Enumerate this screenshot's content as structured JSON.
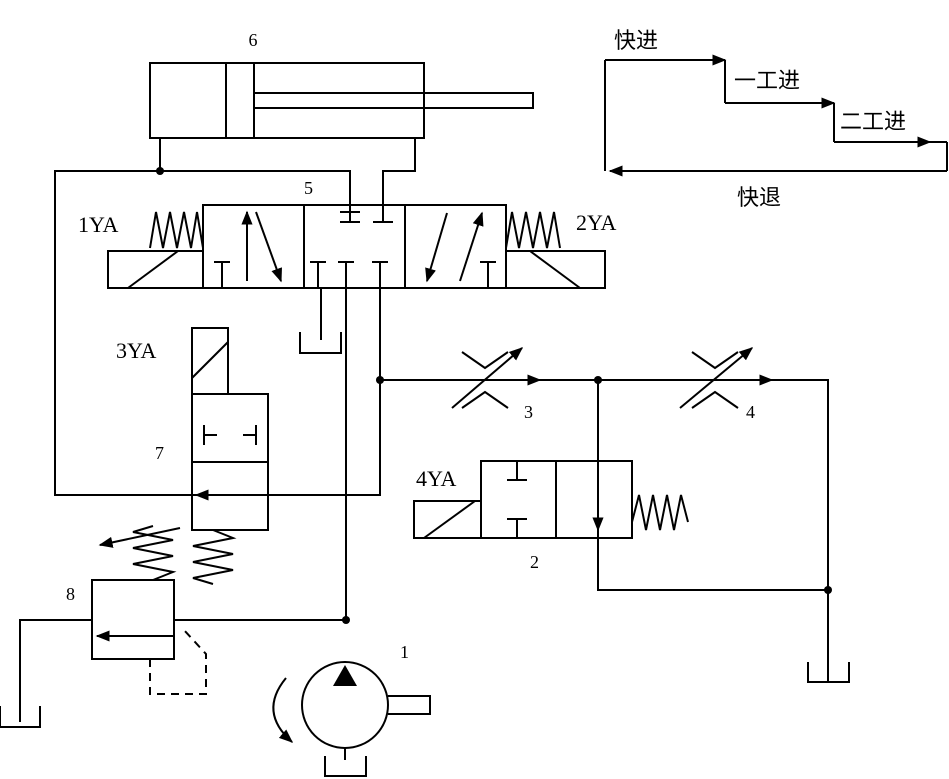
{
  "labels": {
    "cylinder": "6",
    "main_valve": "5",
    "pump": "1",
    "valve_2": "2",
    "throttle_3": "3",
    "throttle_4": "4",
    "valve_7": "7",
    "relief_8": "8"
  },
  "solenoids": {
    "s1": "1YA",
    "s2": "2YA",
    "s3": "3YA",
    "s4": "4YA"
  },
  "cycle": {
    "fast_forward": "快进",
    "first_feed": "一工进",
    "second_feed": "二工进",
    "fast_return": "快退"
  }
}
